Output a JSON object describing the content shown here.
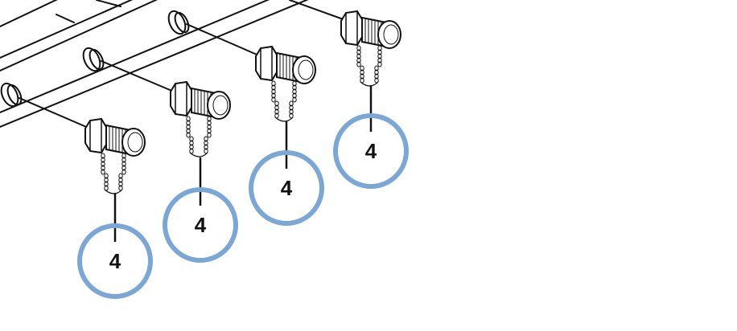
{
  "accent_color": "#7aa7d6",
  "ink_color": "#111111",
  "callouts": [
    {
      "label": "4"
    },
    {
      "label": "4"
    },
    {
      "label": "4"
    },
    {
      "label": "4"
    }
  ]
}
